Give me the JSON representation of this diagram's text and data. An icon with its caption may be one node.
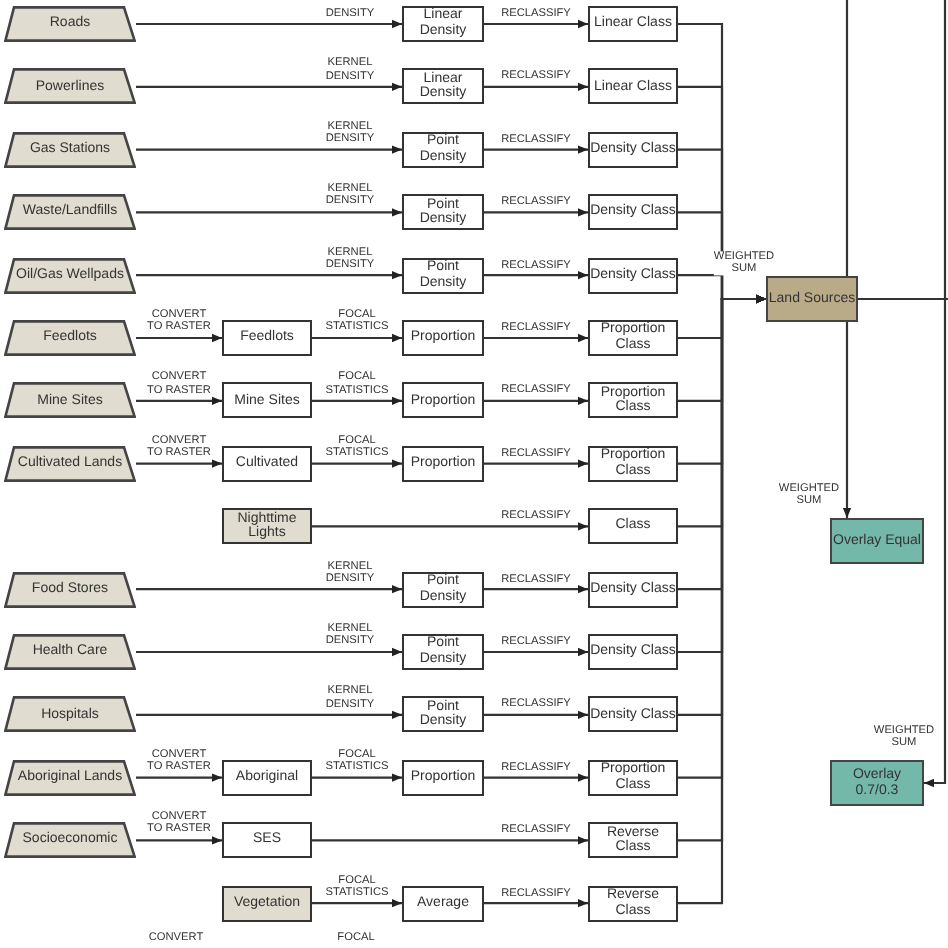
{
  "diagram": {
    "nodes": [
      {
        "text": [
          "Roads"
        ]
      },
      {
        "text": [
          "Linear Density"
        ]
      },
      {
        "text": [
          "Linear Class"
        ]
      },
      {
        "text": [
          "Powerlines"
        ]
      },
      {
        "text": [
          "Linear Density"
        ]
      },
      {
        "text": [
          "Linear Class"
        ]
      },
      {
        "text": [
          "Gas Stations"
        ]
      },
      {
        "text": [
          "Point Density"
        ]
      },
      {
        "text": [
          "Density Class"
        ]
      },
      {
        "text": [
          "Waste/Landfills"
        ]
      },
      {
        "text": [
          "Point Density"
        ]
      },
      {
        "text": [
          "Density Class"
        ]
      },
      {
        "text": [
          "Oil/Gas Wellpads"
        ]
      },
      {
        "text": [
          "Point Density"
        ]
      },
      {
        "text": [
          "Density Class"
        ]
      },
      {
        "text": [
          "Feedlots"
        ]
      },
      {
        "text": [
          "Feedlots"
        ]
      },
      {
        "text": [
          "Proportion"
        ]
      },
      {
        "text": [
          "Proportion Class"
        ]
      },
      {
        "text": [
          "Mine Sites"
        ]
      },
      {
        "text": [
          "Mine Sites"
        ]
      },
      {
        "text": [
          "Proportion"
        ]
      },
      {
        "text": [
          "Proportion Class"
        ]
      },
      {
        "text": [
          "Cultivated Lands"
        ]
      },
      {
        "text": [
          "Cultivated"
        ]
      },
      {
        "text": [
          "Proportion"
        ]
      },
      {
        "text": [
          "Proportion Class"
        ]
      },
      {
        "text": [
          "Nighttime Lights"
        ]
      },
      {
        "text": [
          "Class"
        ]
      },
      {
        "text": [
          "Food Stores"
        ]
      },
      {
        "text": [
          "Point Density"
        ]
      },
      {
        "text": [
          "Density Class"
        ]
      },
      {
        "text": [
          "Health Care"
        ]
      },
      {
        "text": [
          "Point Density"
        ]
      },
      {
        "text": [
          "Density Class"
        ]
      },
      {
        "text": [
          "Hospitals"
        ]
      },
      {
        "text": [
          "Point Density"
        ]
      },
      {
        "text": [
          "Density Class"
        ]
      },
      {
        "text": [
          "Aboriginal Lands"
        ]
      },
      {
        "text": [
          "Aboriginal"
        ]
      },
      {
        "text": [
          "Proportion"
        ]
      },
      {
        "text": [
          "Proportion Class"
        ]
      },
      {
        "text": [
          "Socioeconomic"
        ]
      },
      {
        "text": [
          "SES"
        ]
      },
      {
        "text": [
          "Reverse Class"
        ]
      },
      {
        "text": [
          "Vegetation"
        ]
      },
      {
        "text": [
          "Average"
        ]
      },
      {
        "text": [
          "Reverse Class"
        ]
      },
      {
        "text": [
          "Land Sources"
        ]
      },
      {
        "text": [
          "Overlay Equal"
        ]
      },
      {
        "text": [
          "Overlay 0.7/0.3"
        ]
      }
    ],
    "edges": [
      {
        "from": 0,
        "to": 1,
        "arrow": "to",
        "label": "DENSITY"
      },
      {
        "from": 1,
        "to": 2,
        "arrow": "to",
        "label": "RECLASSIFY"
      },
      {
        "from": 3,
        "to": 4,
        "arrow": "to",
        "label": "KERNEL DENSITY"
      },
      {
        "from": 4,
        "to": 5,
        "arrow": "to",
        "label": "RECLASSIFY"
      },
      {
        "from": 6,
        "to": 7,
        "arrow": "to",
        "label": "KERNEL DENSITY"
      },
      {
        "from": 7,
        "to": 8,
        "arrow": "to",
        "label": "RECLASSIFY"
      },
      {
        "from": 9,
        "to": 10,
        "arrow": "to",
        "label": "KERNEL DENSITY"
      },
      {
        "from": 10,
        "to": 11,
        "arrow": "to",
        "label": "RECLASSIFY"
      },
      {
        "from": 12,
        "to": 13,
        "arrow": "to",
        "label": "KERNEL DENSITY"
      },
      {
        "from": 13,
        "to": 14,
        "arrow": "to",
        "label": "RECLASSIFY"
      },
      {
        "from": 15,
        "to": 16,
        "arrow": "to",
        "label": "CONVERT TO RASTER"
      },
      {
        "from": 16,
        "to": 17,
        "arrow": "to",
        "label": "FOCAL STATISTICS"
      },
      {
        "from": 17,
        "to": 18,
        "arrow": "to",
        "label": "RECLASSIFY"
      },
      {
        "from": 19,
        "to": 20,
        "arrow": "to",
        "label": "CONVERT TO RASTER"
      },
      {
        "from": 20,
        "to": 21,
        "arrow": "to",
        "label": "FOCAL STATISTICS"
      },
      {
        "from": 21,
        "to": 22,
        "arrow": "to",
        "label": "RECLASSIFY"
      },
      {
        "from": 23,
        "to": 24,
        "arrow": "to",
        "label": "CONVERT TO RASTER"
      },
      {
        "from": 24,
        "to": 25,
        "arrow": "to",
        "label": "FOCAL STATISTICS"
      },
      {
        "from": 25,
        "to": 26,
        "arrow": "to",
        "label": "RECLASSIFY"
      },
      {
        "from": 27,
        "to": 28,
        "arrow": "to",
        "label": "RECLASSIFY"
      },
      {
        "from": 29,
        "to": 30,
        "arrow": "to",
        "label": "KERNEL DENSITY"
      },
      {
        "from": 30,
        "to": 31,
        "arrow": "to",
        "label": "RECLASSIFY"
      },
      {
        "from": 32,
        "to": 33,
        "arrow": "to",
        "label": "KERNEL DENSITY"
      },
      {
        "from": 33,
        "to": 34,
        "arrow": "to",
        "label": "RECLASSIFY"
      },
      {
        "from": 35,
        "to": 36,
        "arrow": "to",
        "label": "KERNEL DENSITY"
      },
      {
        "from": 36,
        "to": 37,
        "arrow": "to",
        "label": "RECLASSIFY"
      },
      {
        "from": 38,
        "to": 39,
        "arrow": "to",
        "label": "CONVERT TO RASTER"
      },
      {
        "from": 39,
        "to": 40,
        "arrow": "to",
        "label": "FOCAL STATISTICS"
      },
      {
        "from": 40,
        "to": 41,
        "arrow": "to",
        "label": "RECLASSIFY"
      },
      {
        "from": 42,
        "to": 43,
        "arrow": "to",
        "label": "CONVERT TO RASTER"
      },
      {
        "from": 43,
        "to": 44,
        "arrow": "to",
        "label": "RECLASSIFY"
      },
      {
        "from": 45,
        "to": 46,
        "arrow": "to",
        "label": "FOCAL STATISTICS"
      },
      {
        "from": 46,
        "to": 47,
        "arrow": "to",
        "label": "RECLASSIFY"
      },
      {
        "from": 2,
        "to": 48,
        "arrow": "to"
      },
      {
        "from": 5,
        "to": 48,
        "arrow": "to"
      },
      {
        "from": 8,
        "to": 48,
        "arrow": "to"
      },
      {
        "from": 11,
        "to": 48,
        "arrow": "to"
      },
      {
        "from": 14,
        "to": 48,
        "arrow": "to",
        "label": "WEIGHTED SUM"
      },
      {
        "from": 18,
        "to": 48,
        "arrow": "to"
      },
      {
        "from": 22,
        "to": 48,
        "arrow": "to"
      },
      {
        "from": 26,
        "to": 48,
        "arrow": "to"
      },
      {
        "from": 28,
        "to": 48,
        "arrow": "to"
      },
      {
        "from": 31,
        "to": 48,
        "arrow": "to"
      },
      {
        "from": 34,
        "to": 48,
        "arrow": "to"
      },
      {
        "from": 37,
        "to": 48,
        "arrow": "to"
      },
      {
        "from": 41,
        "to": 48,
        "arrow": "to"
      },
      {
        "from": 44,
        "to": 48,
        "arrow": "to"
      },
      {
        "from": 47,
        "to": 48,
        "arrow": "to"
      },
      {
        "from": 48,
        "to": null,
        "arrow": "none"
      },
      {
        "from": null,
        "to": 49,
        "arrow": "to",
        "label": "WEIGHTED SUM"
      },
      {
        "from": null,
        "to": 50,
        "arrow": "to",
        "label": "WEIGHTED SUM"
      }
    ],
    "labels": [
      "CONVERT",
      "FOCAL"
    ]
  }
}
